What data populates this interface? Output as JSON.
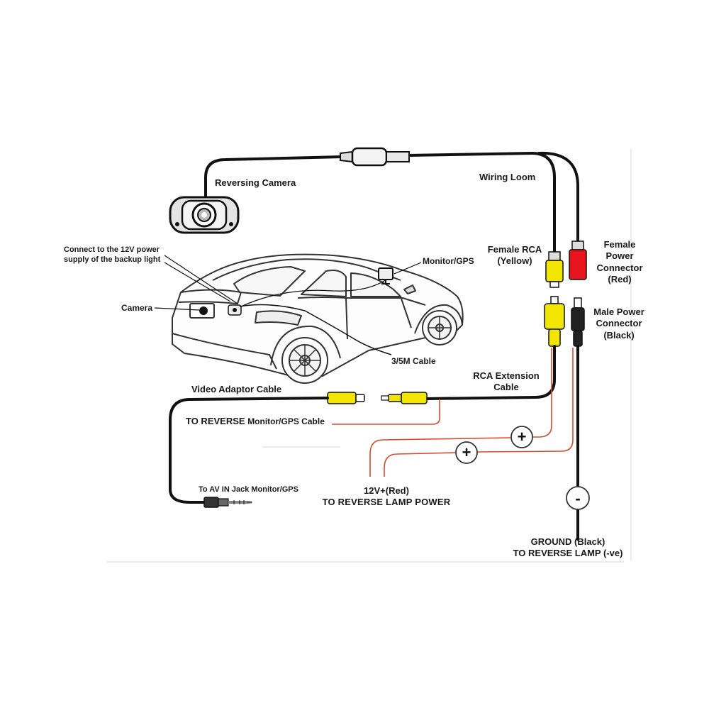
{
  "labels": {
    "reversing_camera": "Reversing Camera",
    "wiring_loom": "Wiring Loom",
    "connect_12v_line1": "Connect to the 12V power",
    "connect_12v_line2": "supply of the backup light",
    "monitor_gps": "Monitor/GPS",
    "female_rca_line1": "Female RCA",
    "female_rca_line2": "(Yellow)",
    "female_power_line1": "Female",
    "female_power_line2": "Power",
    "female_power_line3": "Connector",
    "female_power_line4": "(Red)",
    "camera": "Camera",
    "male_power_line1": "Male Power",
    "male_power_line2": "Connector",
    "male_power_line3": "(Black)",
    "cable_3_5m": "3/5M  Cable",
    "rca_extension_line1": "RCA Extension",
    "rca_extension_line2": "Cable",
    "video_adaptor_cable": "Video Adaptor Cable",
    "to_reverse_part1": "TO REVERSE",
    "to_reverse_part2": "Monitor/GPS Cable",
    "to_av_in_jack": "To AV IN Jack Monitor/GPS",
    "power_12v_line1": "12V+(Red)",
    "power_12v_line2": "TO REVERSE LAMP POWER",
    "ground_line1": "GROUND (Black)",
    "ground_line2": "TO REVERSE LAMP (-ve)",
    "plus_sign": "+",
    "minus_sign": "-"
  },
  "colors": {
    "cable": "#111111",
    "yellow_connector": "#f2e600",
    "red_connector": "#e8141c",
    "red_wire": "#d84b2a",
    "car_line": "#333333"
  },
  "icons": [
    "reversing-camera-icon",
    "car-icon",
    "monitor-icon",
    "rca-connector-icon",
    "power-connector-icon",
    "av-jack-icon",
    "plus-terminal-icon",
    "minus-terminal-icon"
  ]
}
